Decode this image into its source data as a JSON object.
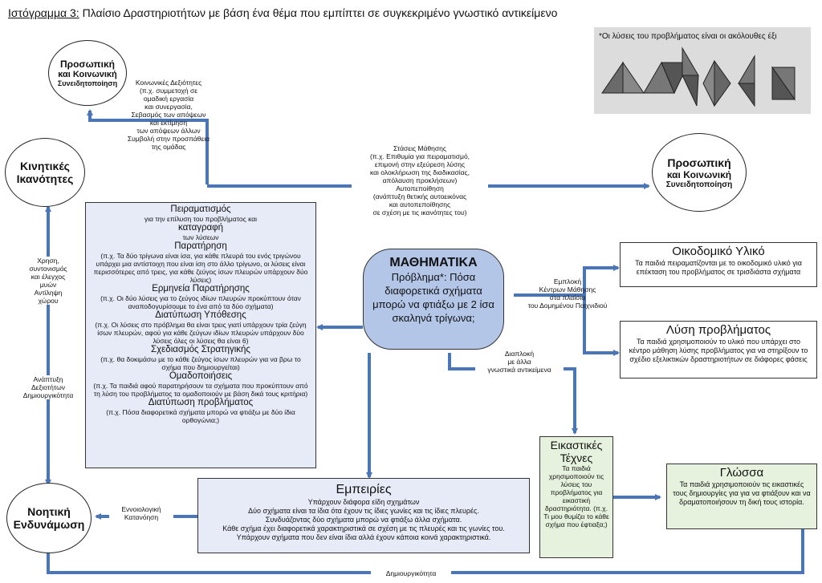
{
  "title": {
    "prefix": "Ιστόγραμμα 3:",
    "text": " Πλαίσιο Δραστηριοτήτων με βάση ένα θέμα που εμπίπτει σε συγκεκριμένο γνωστικό αντικείμενο"
  },
  "circles": {
    "top_left": {
      "line1": "Προσωπική",
      "line2": "και Κοινωνική",
      "line3": "Συνειδητοποίηση"
    },
    "kinetic": {
      "line1": "Κινητικές",
      "line2": "Ικανότητες"
    },
    "right": {
      "line1": "Προσωπική",
      "line2": "και Κοινωνική",
      "line3": "Συνειδητοποίηση"
    },
    "cognitive": {
      "line1": "Νοητική",
      "line2": "Ενδυνάμωση"
    }
  },
  "solutions_panel": {
    "note": "*Οι λύσεις του προβλήματος είναι οι ακόλουθες έξι"
  },
  "labels": {
    "social_skills": [
      "Κοινωνικές Δεξιότητες",
      "(π.χ. συμμετοχή σε",
      "ομαδική εργασία",
      "και συνεργασία,",
      "Σεβασμός των απόψεων",
      "και εκτίμηση",
      "των απόψεων άλλων",
      "Συμβολή στην προσπάθεια",
      "της ομάδας"
    ],
    "learning_attitudes": [
      "Στάσεις Μάθησης",
      "(π.χ. Επιθυμία για πειραματισμό,",
      "επιμονή στην εξεύρεση λύσης",
      "και ολοκλήρωση της διαδικασίας,",
      "απόλαυση προκλήσεων)",
      "Αυτοπεποίθηση",
      "(ανάπτυξη θετικής αυτοεικόνας",
      "και αυτοπεποίθησης",
      "σε σχέση με τις ικανότητες του)"
    ],
    "motor": [
      "Χρηση,",
      "συντονισμός",
      "και έλεγχος",
      "μυών",
      "Αντίληψη",
      "χώρου"
    ],
    "creativity_skills": [
      "Ανάπτυξη",
      "Δεξιοτήτων",
      "Δημιουργικότητα"
    ],
    "conceptual": [
      "Εννοιολογική",
      "Κατανόηση"
    ],
    "creativity_bottom": "Δημιουργικότητα",
    "interweave_other": [
      "Διαπλοκή",
      "με άλλα",
      "γνωστικά αντικείμενα"
    ],
    "interweave_center": [
      "Εμπλοκή",
      "Κέντρων Μάθησης",
      "στα πλαίσια",
      "του Δομημένου Παιχνιδιού"
    ]
  },
  "center": {
    "title": "ΜΑΘΗΜΑΤΙΚΑ",
    "text": "Πρόβλημα*: Πόσα διαφορετικά σχήματα μπορώ να φτιάξω με 2 ίσα σκαληνά τρίγωνα;"
  },
  "process_box": {
    "items": [
      {
        "h": "Πειραματισμός",
        "t": "για την επίλυση του προβλήματος και"
      },
      {
        "h": "καταγραφή",
        "t": "των λύσεων"
      },
      {
        "h": "Παρατήρηση",
        "t": "(π.χ. Τα δύο τρίγωνα είναι ίσα, για κάθε πλευρά του ενός τριγώνου υπάρχει μια αντίστοιχη που είναι ίση στο άλλο τρίγωνο, οι λύσεις είναι περισσότερες από τρεις, για κάθε ζεύγος ίσων πλευρών υπάρχουν δύο λύσεις)"
      },
      {
        "h": "Ερμηνεία Παρατήρησης",
        "t": "(π.χ. Οι δύο λύσεις για το ζεύγος ιδίων πλευρών προκύπτουν όταν αναποδογυρίσουμε το ένα από τα δύο σχήματα)"
      },
      {
        "h": "Διατύπωση Υπόθεσης",
        "t": "(π.χ. Οι λύσεις στο πρόβλημα θα είναι τρεις γιατί υπάρχουν τρία ζεύγη ίσων πλευρών, αφού για κάθε ζεύγων ιδίων πλευρών υπάρχουν δύο λύσεις όλες οι λύσεις θα είναι 6)"
      },
      {
        "h": "Σχεδιασμός Στρατηγικής",
        "t": "(π.χ. θα δοκιμάσω με το κάθε ζεύγος ίσων πλευρών για να βρω το σχήμα που δημιουργείται)"
      },
      {
        "h": "Ομαδοποιήσεις",
        "t": "(π.χ. Τα παιδιά αφού παρατηρήσουν τα σχήματα που προκύπτουν από τη λύση του προβλήματος τα ομαδοποιούν με βάση δικά τους κριτήρια)"
      },
      {
        "h": "Διατύπωση προβλήματος",
        "t": "(π.χ. Πόσα διαφορετικά σχήματα μπορώ να φτιάξω με δύο ίδια ορθογώνια;)"
      }
    ]
  },
  "building": {
    "h": "Οικοδομικό Υλικό",
    "t": "Τα παιδιά πειραματίζονται με το οικοδομικό υλικό για επέκταση του προβλήματος σε τρισδιάστα σχήματα"
  },
  "problem_solving": {
    "h": "Λύση προβλήματος",
    "t": "Τα παιδιά χρησιμοποιούν το υλικό που υπάρχει στο κέντρο μάθηση λύσης προβλήματος για να στηρίξουν το σχέδιο εξελικτικών δραστηριοτήτων σε διάφορες φάσεις"
  },
  "experiences": {
    "h": "Εμπειρίες",
    "lines": [
      "Υπάρχουν διάφορα είδη σχημάτων",
      "Δύο σχήματα είναι τα ίδια ότα έχουν τις ίδιες γωνίες και τις ίδιες πλευρές.",
      "Συνδυάζοντας δύο σχήματα μπορώ να φτιάξω άλλα σχήματα.",
      "Κάθε σχήμα έχει διαφορετικά χαρακτηριστικά σε σχέση με τις πλευρές και τις γωνίες του.",
      "Υπάρχουν σχήματα που δεν είναι ίδια αλλά έχουν κάποια κοινά χαρακτηριστικά."
    ]
  },
  "art": {
    "h1": "Εικαστικές",
    "h2": "Τέχνες",
    "t": "Τα παιδιά χρησιμοποιούν τις λύσεις του προβλήματος για εικαστική δραστηριότητα. (π.χ. Τι μου θυμίζει το κάθε σχήμα που έφτιαξα;)"
  },
  "language": {
    "h": "Γλώσσα",
    "t": "Τα παιδιά χρησιμοποιούν τις εικαστικές τους δημιουργίες για για να φτιάξουν και να δραματοποιήσουν τη δική τους ιστορία."
  },
  "colors": {
    "arrow": "#4a76b8",
    "process_fill": "#e6ebf7",
    "center_fill": "#b3c6e8",
    "green_fill": "#e6f2dd",
    "panel_fill": "#dcdcdc",
    "shape_dark": "#555555"
  }
}
